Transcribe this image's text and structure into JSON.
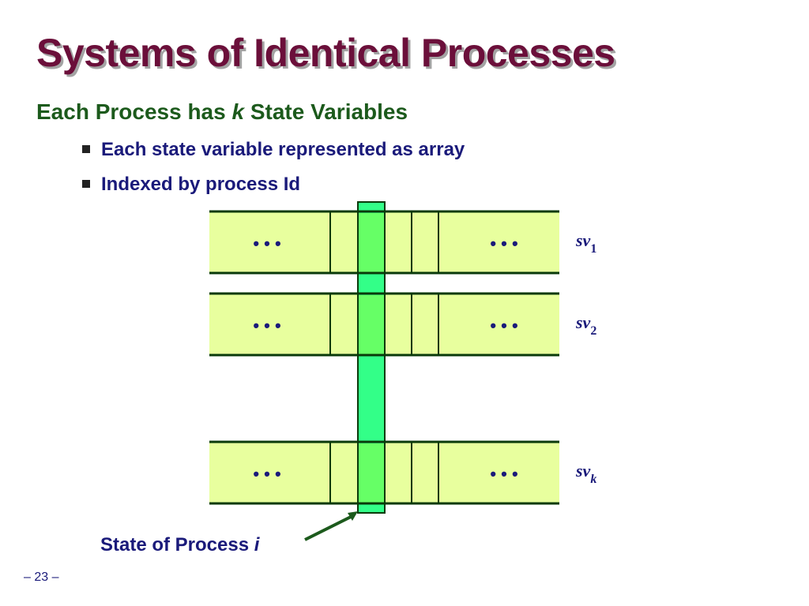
{
  "title": "Systems of Identical Processes",
  "heading": {
    "prefix": "Each Process has ",
    "var": "k",
    "suffix": " State Variables"
  },
  "bullets": [
    "Each state variable represented as array",
    "Indexed by process Id"
  ],
  "diagram": {
    "ellipsis": "• • •",
    "rows": [
      {
        "label": "sv",
        "subscript": "1"
      },
      {
        "label": "sv",
        "subscript": "2"
      },
      {
        "label": "sv",
        "subscript": "k"
      }
    ]
  },
  "caption": {
    "text": "State of Process ",
    "var": "i"
  },
  "page_number": "– 23 –",
  "colors": {
    "title": "#6b0f3a",
    "heading": "#1c5a1c",
    "body_text": "#1a1a7a",
    "array_fill": "#e8ff9e",
    "process_column": "#33ff88",
    "process_cell": "#66ff66",
    "lines": "#0a3a0a"
  }
}
